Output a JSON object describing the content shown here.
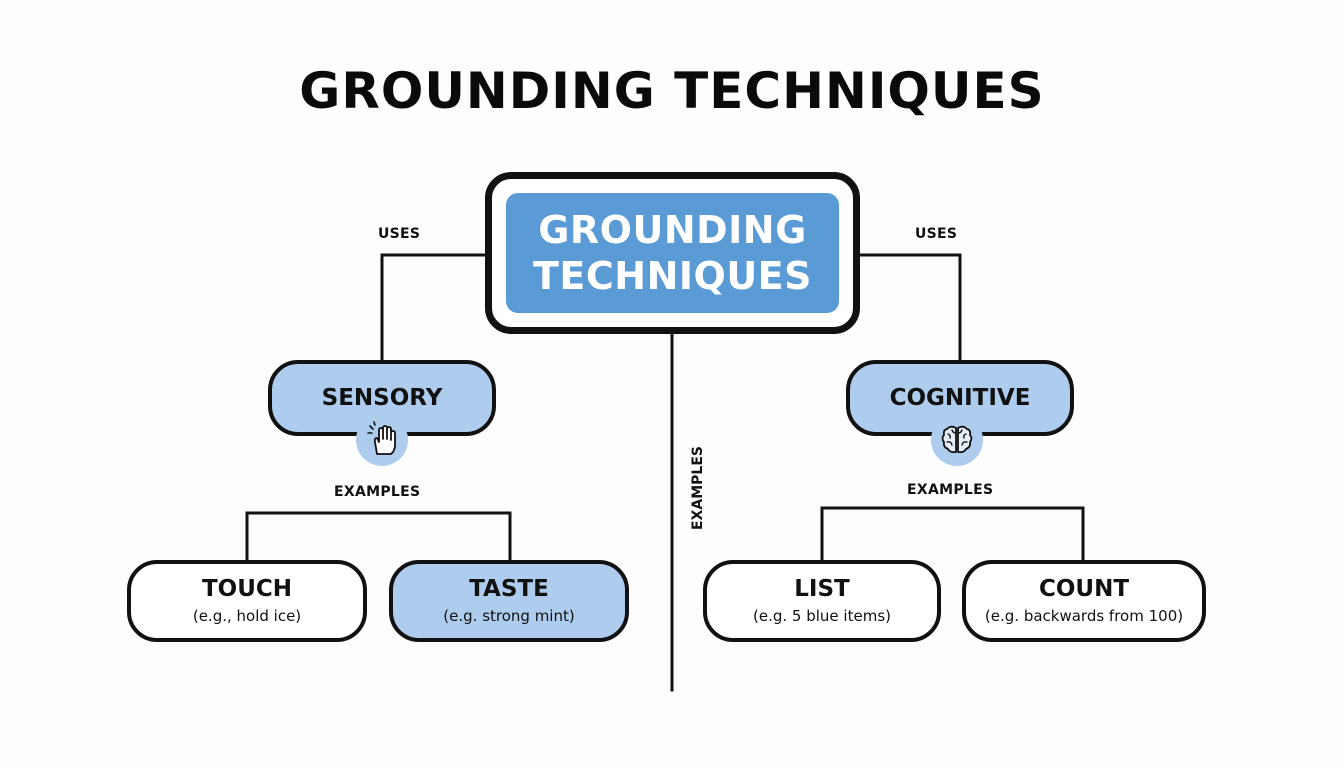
{
  "title": "GROUNDING TECHNIQUES",
  "root": {
    "label": "GROUNDING\nTECHNIQUES",
    "color": "#5b9bd5"
  },
  "edges": {
    "uses_left": "USES",
    "uses_right": "USES",
    "examples_left": "EXAMPLES",
    "examples_center": "EXAMPLES",
    "examples_right": "EXAMPLES"
  },
  "categories": [
    {
      "label": "SENSORY",
      "icon": "hand-touch-icon",
      "color": "#aecdee"
    },
    {
      "label": "COGNITIVE",
      "icon": "brain-icon",
      "color": "#aecdee"
    }
  ],
  "examples": [
    {
      "title": "TOUCH",
      "subtitle": "(e.g., hold ice)",
      "fill": "#ffffff"
    },
    {
      "title": "TASTE",
      "subtitle": "(e.g. strong mint)",
      "fill": "#aecdee"
    },
    {
      "title": "LIST",
      "subtitle": "(e.g. 5 blue items)",
      "fill": "#ffffff"
    },
    {
      "title": "COUNT",
      "subtitle": "(e.g. backwards from 100)",
      "fill": "#ffffff"
    }
  ]
}
